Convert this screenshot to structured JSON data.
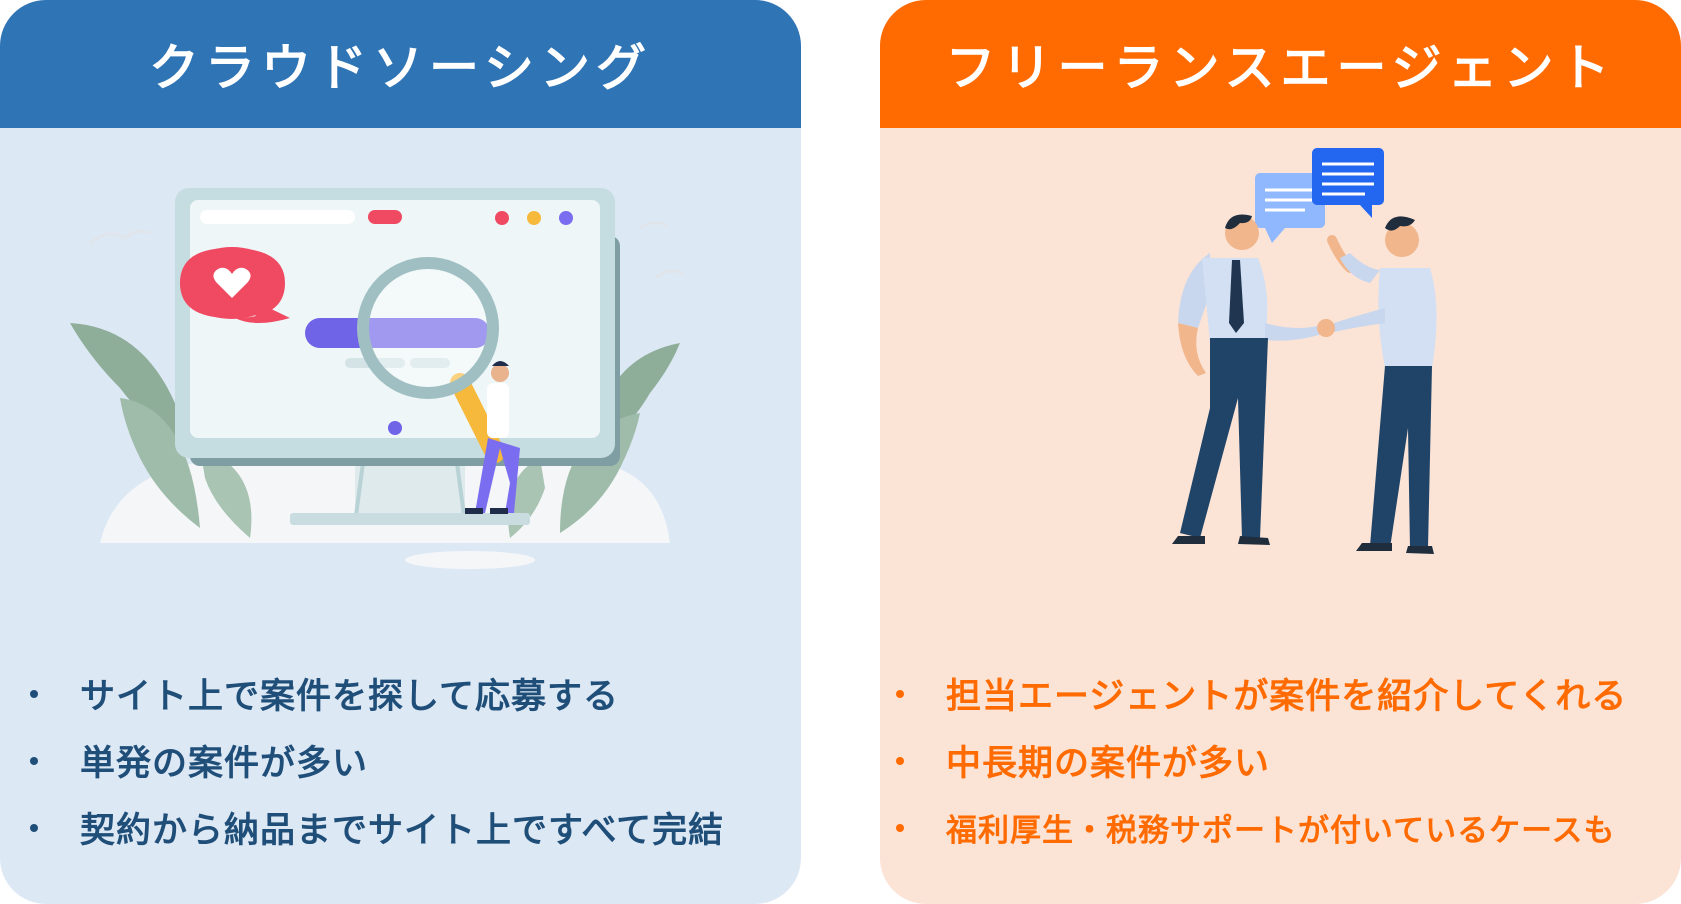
{
  "left_panel": {
    "title": "クラウドソーシング",
    "bullets": [
      "サイト上で案件を探して応募する",
      "単発の案件が多い",
      "契約から納品までサイト上ですべて完結"
    ],
    "header_color": "#2f74b5",
    "background_color": "#dde8f5",
    "text_color": "#1f4e79",
    "illustration": "monitor-search-icon"
  },
  "right_panel": {
    "title": "フリーランスエージェント",
    "bullets": [
      "担当エージェントが案件を紹介してくれる",
      "中長期の案件が多い",
      "福利厚生・税務サポートが付いているケースも"
    ],
    "header_color": "#ff6b00",
    "background_color": "#fbe3d6",
    "text_color": "#ff6b00",
    "illustration": "handshake-icon"
  }
}
